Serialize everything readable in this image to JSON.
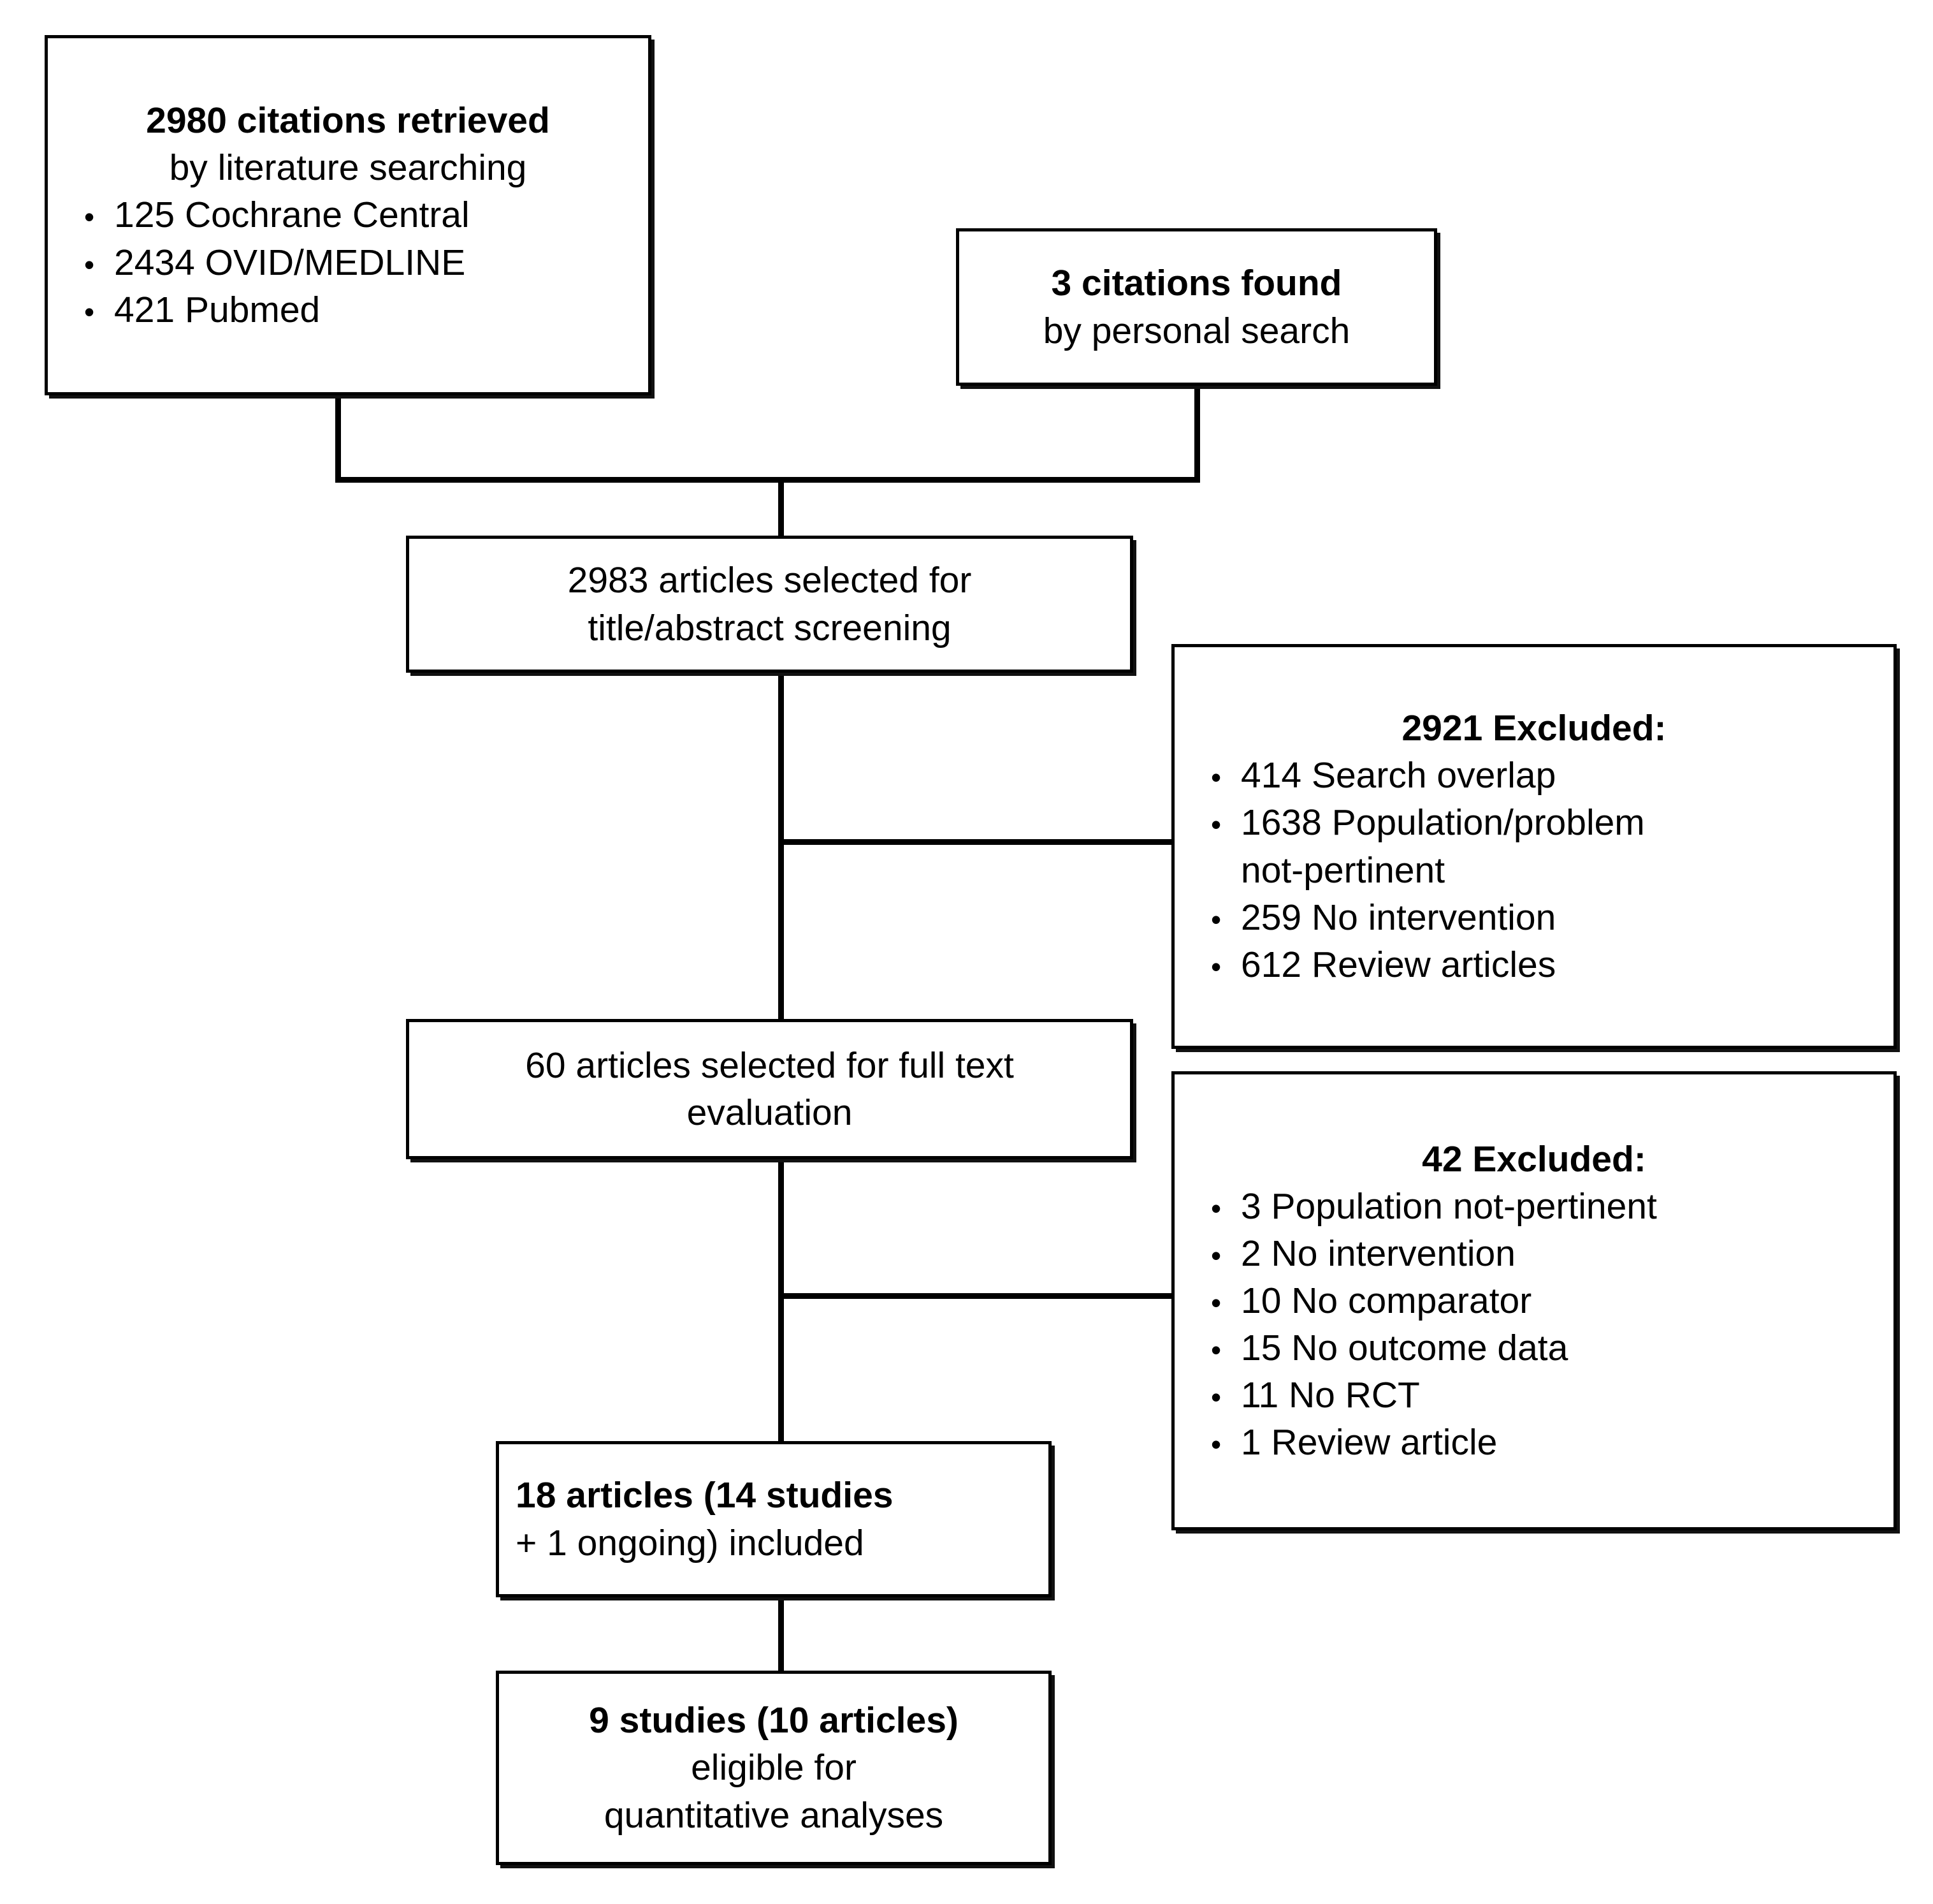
{
  "diagram": {
    "type": "prisma-flow-diagram",
    "title": "Study selection flow diagram",
    "stroke_color": "#000000",
    "background_color": "#ffffff"
  },
  "boxes": {
    "retrieved": {
      "headline_bold": "2980 citations retrieved",
      "headline_rest": "by literature searching",
      "bullets": [
        "125 Cochrane Central",
        "2434 OVID/MEDLINE",
        "421 Pubmed"
      ]
    },
    "personal": {
      "headline_bold": "3 citations found",
      "headline_rest": "by personal search"
    },
    "screened": {
      "line1_bold": "2983 articles",
      "line1_rest": " selected for",
      "line2": "title/abstract screening"
    },
    "excluded_screening": {
      "heading": "2921 Excluded:",
      "bullets": [
        "414 Search overlap",
        "1638 Population/problem",
        "not-pertinent",
        "259 No intervention",
        "612 Review articles"
      ]
    },
    "fulltext": {
      "line1_bold": "60 articles",
      "line1_rest": " selected for full text",
      "line2": "evaluation"
    },
    "excluded_fulltext": {
      "heading": "42 Excluded:",
      "bullets": [
        "3 Population not-pertinent",
        "2 No intervention",
        "10 No comparator",
        "15 No outcome data",
        "11 No RCT",
        "1 Review article"
      ]
    },
    "included": {
      "line1_bold": "18 articles (14 studies",
      "line2_bold": "+ 1 ongoing)",
      "line2_rest": " included"
    },
    "quantitative": {
      "line1_bold": "9 studies (10 articles)",
      "line2": "eligible  for",
      "line3": "quantitative analyses"
    }
  }
}
